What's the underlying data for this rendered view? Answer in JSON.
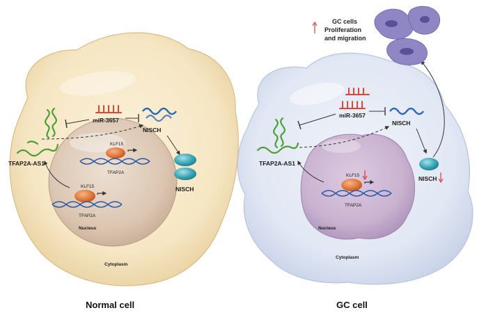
{
  "panels": {
    "left": {
      "title": "Normal cell",
      "labels": {
        "mirna": "miR-3657",
        "nisch_mrna": "NISCH",
        "lncrna": "TFAP2A-AS1",
        "klf15_top": "KLF15",
        "tfap2a_top": "TFAP2A",
        "klf15_bottom": "KLF15",
        "tfap2a_bottom": "TFAP2A",
        "nisch_protein": "NISCH",
        "nucleus": "Nucleus",
        "cytoplasm": "Cytoplasm"
      }
    },
    "right": {
      "title": "GC cell",
      "labels": {
        "mirna": "miR-3657",
        "nisch_mrna": "NISCH",
        "lncrna": "TFAP2A-AS1",
        "klf15": "KLF15",
        "tfap2a": "TFAP2A",
        "nisch_protein": "NISCH",
        "nucleus": "Nucleus",
        "cytoplasm": "Cytoplasm"
      },
      "outcome": {
        "line1": "GC cells",
        "line2": "Proliferation",
        "line3": "and migration"
      }
    }
  },
  "colors": {
    "normal_cytoplasm": "#f6e6c3",
    "normal_nucleus": "#dcc6b2",
    "gc_cytoplasm": "#e2e8f4",
    "gc_nucleus": "#c9b2d0",
    "mirna": "#d9463a",
    "lncrna": "#4a9e35",
    "mrna": "#2f6ab5",
    "protein": "#3aa6b6",
    "klf15": "#e2793c",
    "dna": "#2d58a8",
    "up_arrow": "#d23b3b",
    "down_arrow": "#d23b3b",
    "migrating_cell": "#8f86c6"
  }
}
